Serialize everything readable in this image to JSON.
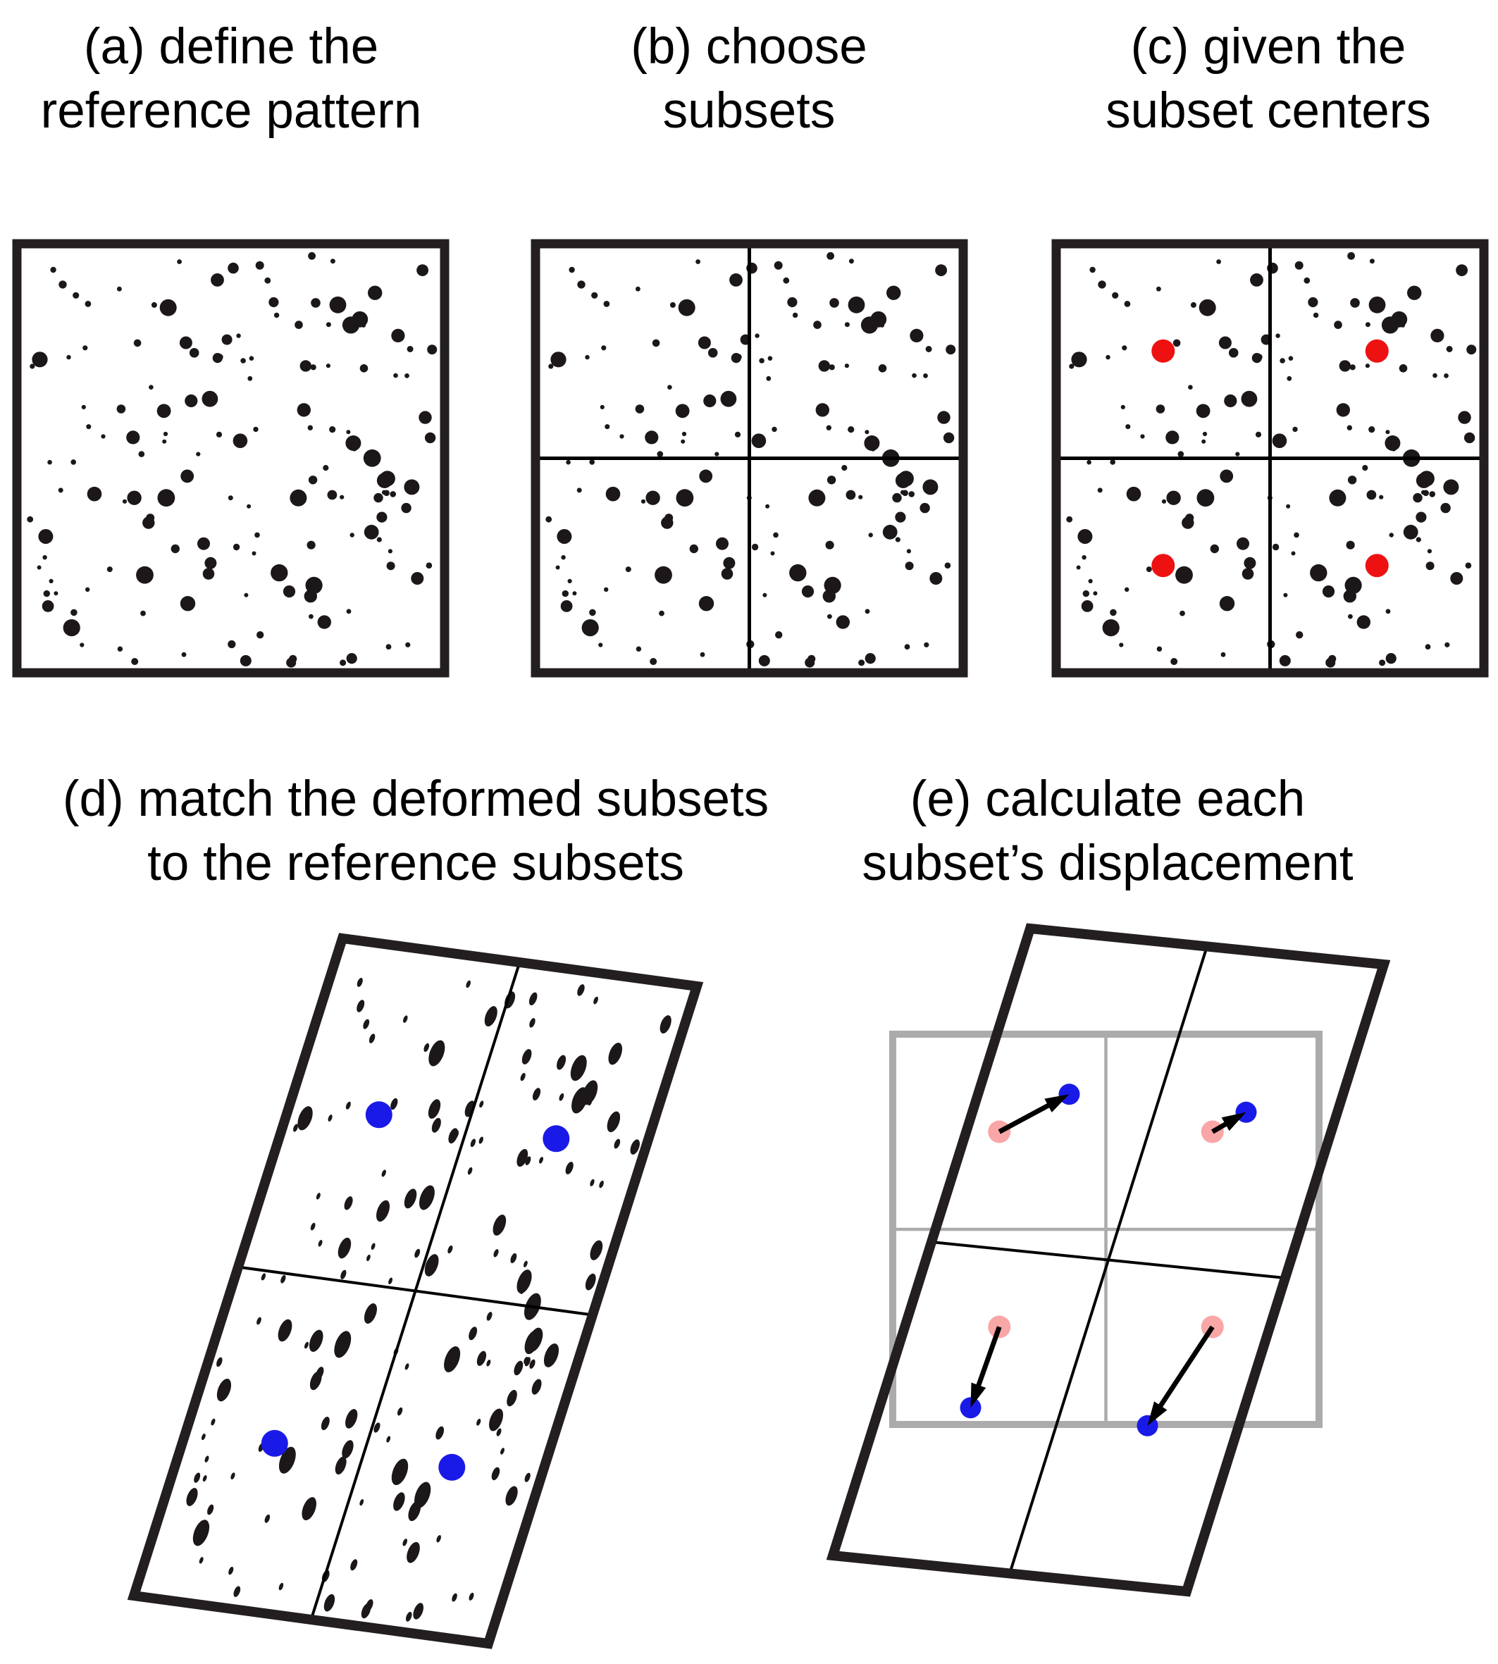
{
  "panels": {
    "a": {
      "title_lines": [
        "(a) define the",
        "reference pattern"
      ]
    },
    "b": {
      "title_lines": [
        "(b) choose",
        "subsets"
      ]
    },
    "c": {
      "title_lines": [
        "(c) given the",
        "subset centers"
      ]
    },
    "d": {
      "title_lines": [
        "(d) match the deformed subsets",
        "to the reference subsets"
      ]
    },
    "e": {
      "title_lines": [
        "(e) calculate each",
        "subset’s displacement"
      ]
    }
  },
  "colors": {
    "background": "#FFFFFF",
    "speckle": "#1C1719",
    "box_border": "#231F20",
    "subset_line": "#000000",
    "reference_box_gray": "#ABABAB",
    "subset_center_red": "#EE1111",
    "deformed_center_blue": "#1A1AE8",
    "reference_center_pink": "#F9A6A6",
    "arrow": "#000000",
    "text": "#000000"
  },
  "speckle": {
    "count": 150,
    "seed": 42,
    "min_radius": 3,
    "max_radius": 12.5
  },
  "subset_grid": {
    "rows": 2,
    "cols": 2,
    "centers_per_panel": 4
  }
}
